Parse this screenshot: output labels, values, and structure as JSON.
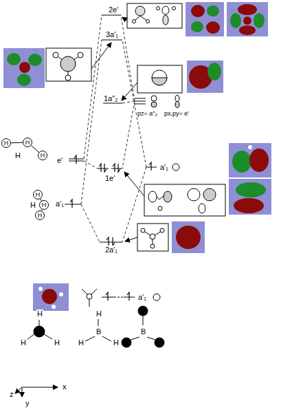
{
  "diagram": {
    "nodes": [
      {
        "text": [
          "H"
        ]
      },
      {
        "text": [
          "H"
        ]
      },
      {
        "text": [
          "H"
        ]
      },
      {
        "text": [
          "H"
        ]
      },
      {
        "text": [
          "H"
        ]
      },
      {
        "text": [
          "H"
        ]
      }
    ],
    "edges": [
      {
        "from": 0,
        "to": 1,
        "arrow": "none"
      },
      {
        "from": 1,
        "to": 2,
        "arrow": "none"
      },
      {
        "from": 3,
        "to": 4,
        "arrow": "none"
      },
      {
        "from": 4,
        "to": 5,
        "arrow": "none"
      }
    ],
    "labels": [
      "2e′",
      "3a′₁",
      "1a″₂",
      "pz= a″₂",
      "px,py= e′",
      "e′",
      "a′₁",
      "1e′",
      "a′₁",
      "2a′₁",
      "a′₁",
      "H",
      "H",
      "H",
      "H",
      "H",
      "H",
      "B",
      "H",
      "H",
      "B",
      "x",
      "z",
      "y"
    ]
  }
}
